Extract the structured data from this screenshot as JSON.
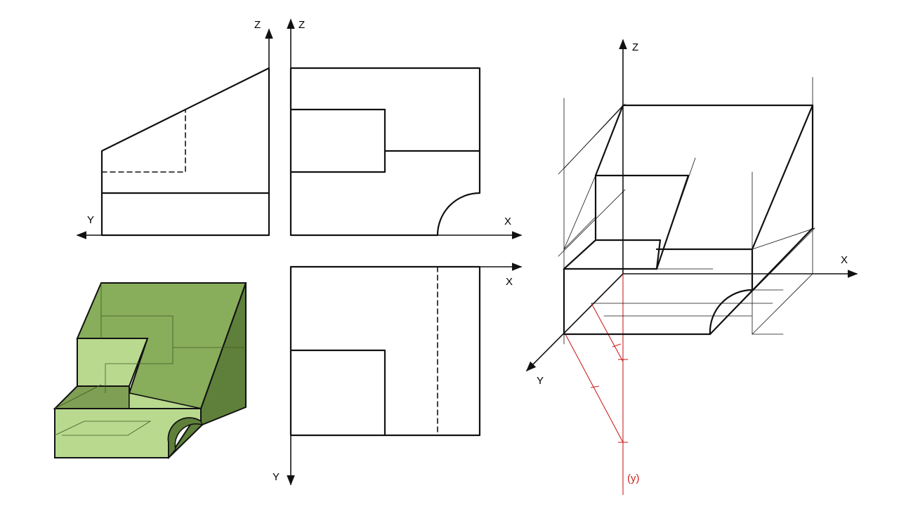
{
  "palette": {
    "ink": "#111111",
    "construction_red": "#cc2222",
    "green_top": "#88ad5b",
    "green_front": "#b9d98f",
    "green_side": "#5e803a",
    "green_step": "#7fa054",
    "green_line": "#3e5a22"
  },
  "axes": {
    "profile_view": {
      "z": "Z",
      "y": "Y"
    },
    "front_view": {
      "z": "Z",
      "x": "X"
    },
    "top_view": {
      "x": "X",
      "y": "Y"
    },
    "axonometric": {
      "z": "Z",
      "x": "X",
      "y": "Y",
      "y_projected": "(y)"
    }
  }
}
